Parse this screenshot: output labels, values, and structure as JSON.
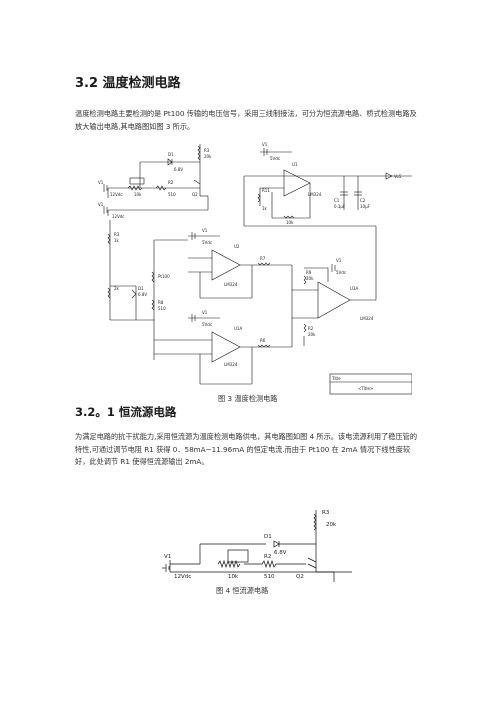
{
  "section": {
    "heading": "3.2 温度检测电路",
    "para": "温度检测电路主要检测的是 Pt100 传输的电压信号，采用三线制接法，可分为恒流源电路、桥式检测电路及放大输出电路,其电路图如图 3 所示。"
  },
  "figure3": {
    "caption": "图 3  温度检测电路",
    "labels": {
      "r3": "R3",
      "r3v": "20k",
      "d1": "D1",
      "d1v": "6.8V",
      "v1": "V1",
      "v1v": "12Vdc",
      "r10k": "10k",
      "r2": "R2",
      "r2v": "510",
      "q2": "Q2",
      "v2": "V1",
      "v2v": "12Vdc",
      "r1": "R3",
      "r1v": "1k",
      "pot2k": "2k",
      "d2": "D1",
      "d2v": "6.8V",
      "pt": "Pt100",
      "r8": "R8",
      "r8v": "510",
      "vtop": "V1",
      "vtopv": "5Vdc",
      "u2": "U2",
      "u1": "U1",
      "lm1": "LM324",
      "r11": "R11",
      "r11v": "1k",
      "r10": "10k",
      "c1": "C1",
      "c1v": "0.1μF",
      "c2": "C2",
      "c2v": "10μF",
      "vout": "Vo5",
      "u2b": "U2A",
      "lm2": "LM324",
      "v4": "V1",
      "v4v": "5Vdc",
      "r7": "R7",
      "r9": "R9",
      "r9v": "20k",
      "u3": "U3A",
      "lm3": "LM324",
      "r6": "R6",
      "u4": "U1A",
      "lm4": "LM324",
      "r2b": "R2",
      "r2bv": "20k",
      "v5": "V1",
      "v5v": "5Vdc",
      "v6": "V1",
      "v6v": "5Vdc",
      "titleblock": "<Title>",
      "titleblock_hdr": "Title"
    }
  },
  "subsection": {
    "heading": "3.2。1 恒流源电路",
    "para": "为满足电路的抗干扰能力,采用恒流源为温度检测电路供电，其电路图如图 4 所示。该电流源利用了稳压管的特性,可通过调节电阻 R1 获得 0．58mA~11.96mA 的恒定电流.而由于 Pt100 在 2mA 情况下线性度较好，此处调节 R1 使得恒流源输出 2mA。"
  },
  "figure4": {
    "caption": "图 4  恒流源电路",
    "labels": {
      "r3": "R3",
      "r3v": "20k",
      "d1": "D1",
      "d1v": "6.8V",
      "v1": "V1",
      "v1v": "12Vdc",
      "pot": "10k",
      "r2": "R2",
      "r2v": "510",
      "q2": "Q2"
    }
  }
}
